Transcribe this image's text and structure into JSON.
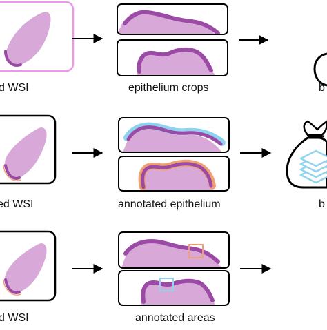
{
  "colors": {
    "tissue": "#d7a8d8",
    "epithelium": "#9b4aa6",
    "highlight_border": "#e89ae6",
    "outline": "#000000",
    "annotation_blue": "#8fd3f0",
    "annotation_orange": "#f0a070",
    "bag_stack": "#8fd3f0"
  },
  "rows": [
    {
      "wsi_label": "d WSI",
      "crops_label": "epithelium crops",
      "output_label": "b",
      "wsi_highlighted": true,
      "output_icon": "bag-icon"
    },
    {
      "wsi_label": "ed WSI",
      "crops_label": "annotated epithelium",
      "output_label": "b",
      "wsi_highlighted": false,
      "output_icon": "bag-with-stack-icon"
    },
    {
      "wsi_label": "d WSI",
      "crops_label": "annotated areas",
      "output_label": "",
      "wsi_highlighted": false,
      "output_icon": ""
    }
  ]
}
